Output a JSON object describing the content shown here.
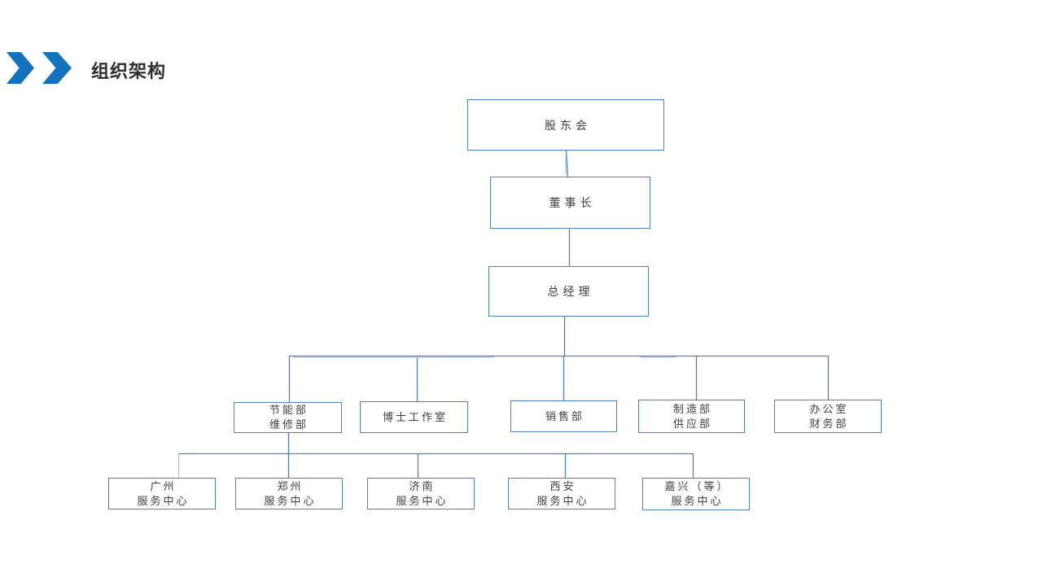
{
  "title": "组织架构",
  "colors": {
    "chevron_blue": "#1173bd",
    "box_border_blue": "#4f81bd",
    "connector_blue": "#4f81bd",
    "connector_light_blue": "#aec6e8",
    "node_text": "#404040",
    "title_text": "#2e2e2e"
  },
  "org_chart": {
    "nodes": {
      "shareholders": {
        "label": "股东会"
      },
      "chairman": {
        "label": "董事长"
      },
      "general_manager": {
        "label": "总经理"
      },
      "energy_maintenance": {
        "line1": "节能部",
        "line2": "维修部"
      },
      "phd_studio": {
        "label": "博士工作室"
      },
      "sales": {
        "label": "销售部"
      },
      "manufacturing_supply": {
        "line1": "制造部",
        "line2": "供应部"
      },
      "office_finance": {
        "line1": "办公室",
        "line2": "财务部"
      },
      "guangzhou": {
        "line1": "广州",
        "line2": "服务中心"
      },
      "zhengzhou": {
        "line1": "郑州",
        "line2": "服务中心"
      },
      "jinan": {
        "line1": "济南",
        "line2": "服务中心"
      },
      "xian": {
        "line1": "西安",
        "line2": "服务中心"
      },
      "jiaxing": {
        "line1": "嘉兴（等）",
        "line2": "服务中心"
      }
    },
    "hierarchy": [
      "股东会 > 董事长 > 总经理",
      "总经理 > 节能部/维修部, 博士工作室, 销售部, 制造部/供应部, 办公室/财务部",
      "节能部/维修部 > 广州服务中心, 郑州服务中心, 济南服务中心, 西安服务中心, 嘉兴（等）服务中心"
    ]
  }
}
